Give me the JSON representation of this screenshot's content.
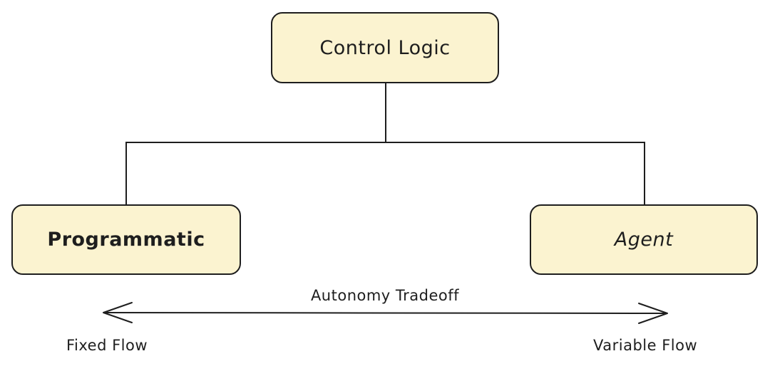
{
  "colors": {
    "node_fill": "#fbf3d0",
    "stroke": "#1e1e1e"
  },
  "nodes": {
    "root": "Control Logic",
    "left": "Programmatic",
    "right": "Agent"
  },
  "spectrum": {
    "title": "Autonomy Tradeoff",
    "left_end": "Fixed Flow",
    "right_end": "Variable Flow"
  }
}
